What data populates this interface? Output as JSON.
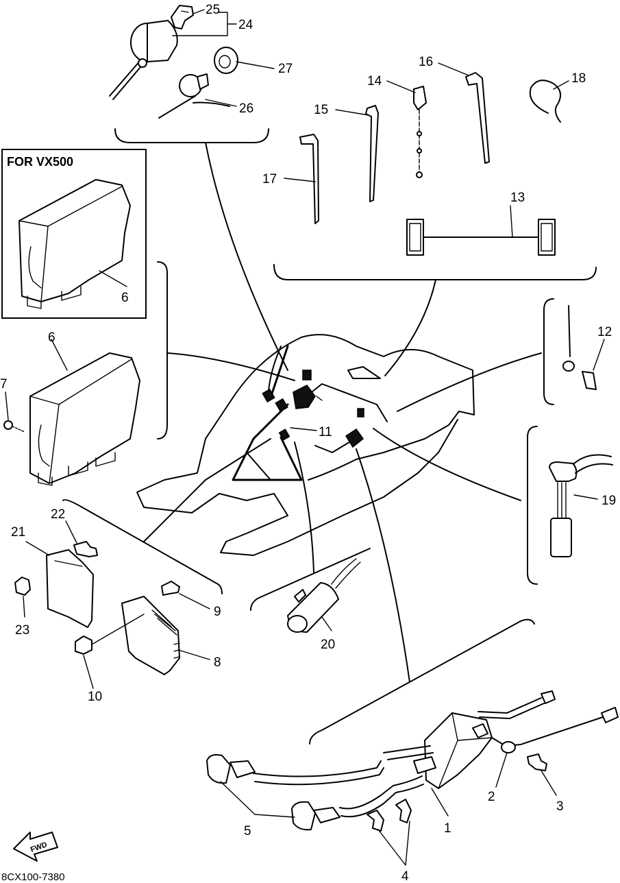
{
  "diagram": {
    "inset_caption": "FOR VX500",
    "drawing_code": "8CX100-7380",
    "fwd_label": "FWD",
    "callouts": {
      "n1": "1",
      "n2": "2",
      "n3": "3",
      "n4": "4",
      "n5": "5",
      "n6_inset": "6",
      "n6": "6",
      "n7": "7",
      "n8": "8",
      "n9": "9",
      "n10": "10",
      "n11": "11",
      "n12": "12",
      "n13": "13",
      "n14": "14",
      "n15": "15",
      "n16": "16",
      "n17": "17",
      "n18": "18",
      "n19": "19",
      "n20": "20",
      "n21": "21",
      "n22": "22",
      "n23": "23",
      "n24": "24",
      "n25": "25",
      "n26": "26",
      "n27": "27"
    }
  }
}
